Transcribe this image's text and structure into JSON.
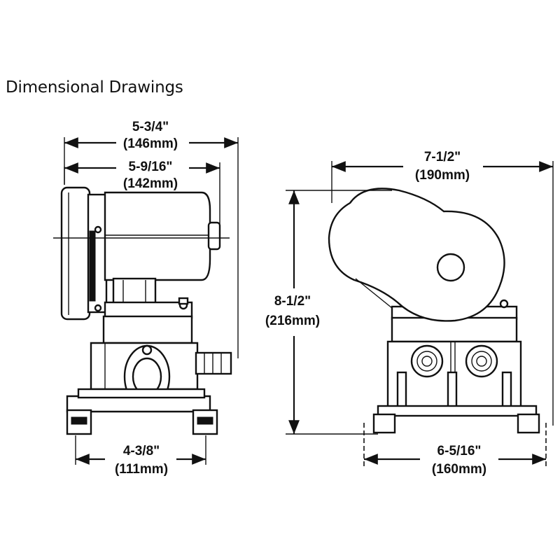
{
  "title": "Dimensional Drawings",
  "dimensions": {
    "left_overall_width": {
      "imperial": "5-3/4\"",
      "metric": "(146mm)"
    },
    "left_inner_width": {
      "imperial": "5-9/16\"",
      "metric": "(142mm)"
    },
    "left_base_width": {
      "imperial": "4-3/8\"",
      "metric": "(111mm)"
    },
    "right_top_width": {
      "imperial": "7-1/2\"",
      "metric": "(190mm)"
    },
    "right_height": {
      "imperial": "8-1/2\"",
      "metric": "(216mm)"
    },
    "right_base_width": {
      "imperial": "6-5/16\"",
      "metric": "(160mm)"
    }
  }
}
